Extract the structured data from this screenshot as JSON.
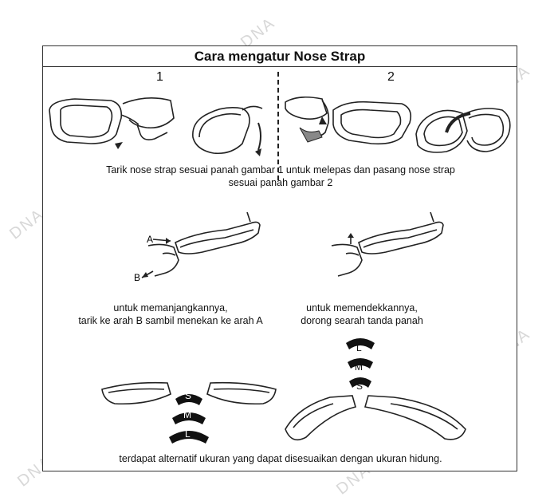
{
  "title": "Cara mengatur Nose Strap",
  "steps": {
    "one": "1",
    "two": "2"
  },
  "captions": {
    "top_line1": "Tarik nose strap sesuai panah gambar 1 untuk melepas dan pasang nose strap",
    "top_line2": "sesuai panah gambar 2",
    "lengthen_line1": "untuk memanjangkannya,",
    "lengthen_line2": "tarik ke arah B sambil menekan ke arah A",
    "shorten_line1": "untuk memendekkannya,",
    "shorten_line2": "dorong searah tanda panah",
    "bottom": "terdapat alternatif ukuran yang dapat disesuaikan dengan ukuran hidung."
  },
  "labels": {
    "a": "A",
    "b": "B",
    "s": "S",
    "m": "M",
    "l": "L"
  },
  "watermark": "DNA"
}
